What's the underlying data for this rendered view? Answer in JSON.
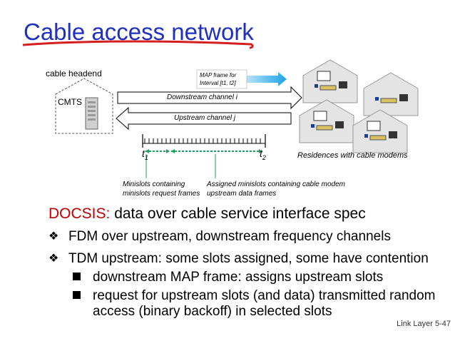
{
  "slide": {
    "title": "Cable access network",
    "footer": "Link Layer  5-47"
  },
  "diagram": {
    "headend_label": "cable headend",
    "cmts_label": "CMTS",
    "map_frame_line1": "MAP frame for",
    "map_frame_line2": "Interval [t1, t2]",
    "downstream_label": "Downstream channel i",
    "upstream_label": "Upstream channel j",
    "t1_label": "t",
    "t1_sub": "1",
    "t2_label": "t",
    "t2_sub": "2",
    "residences_label": "Residences with cable modems",
    "minislots_request_line1": "Minislots containing",
    "minislots_request_line2": "minislots request frames",
    "assigned_minislots_line1": "Assigned minislots containing cable modem",
    "assigned_minislots_line2": "upstream data frames"
  },
  "content": {
    "heading_keyword": "DOCSIS:",
    "heading_rest": " data over cable service interface spec",
    "bullets": [
      "FDM over upstream, downstream frequency channels",
      "TDM upstream: some slots assigned, some have contention"
    ],
    "subbullets": [
      "downstream MAP frame: assigns upstream slots",
      "request for upstream slots (and data) transmitted random access (binary backoff) in selected slots"
    ]
  },
  "colors": {
    "title": "#1f2fbf",
    "underline": "#d42020",
    "keyword": "#c00000",
    "map_arrow": "#1aa3e8",
    "slot_marker": "#20a060"
  }
}
